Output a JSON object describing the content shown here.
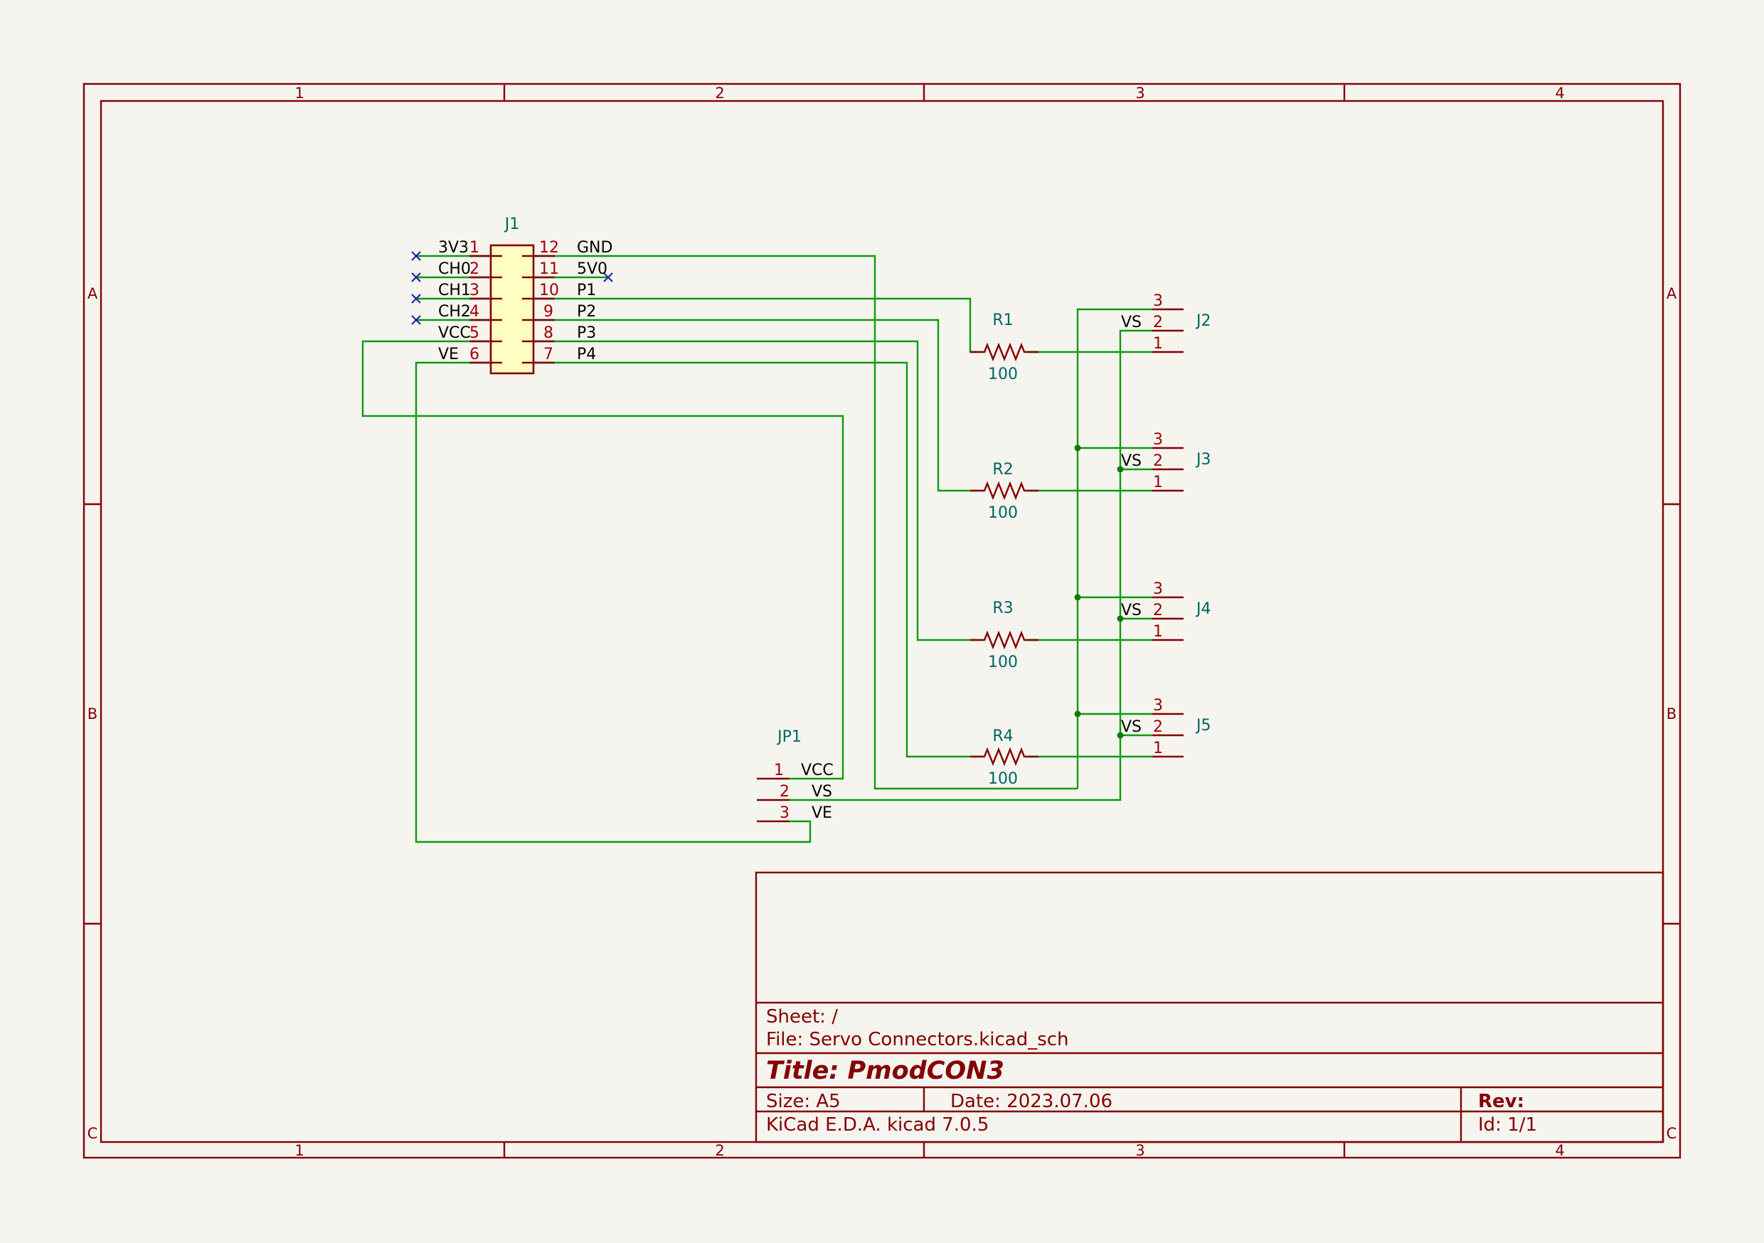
{
  "frame": {
    "columns": [
      "1",
      "2",
      "3",
      "4"
    ],
    "rows": [
      "A",
      "B",
      "C"
    ]
  },
  "title_block": {
    "sheet": "Sheet: /",
    "file": "File: Servo Connectors.kicad_sch",
    "title": "Title: PmodCON3",
    "size": "Size: A5",
    "date": "Date: 2023.07.06",
    "rev": "Rev:",
    "tool": "KiCad E.D.A.  kicad 7.0.5",
    "id": "Id: 1/1"
  },
  "j1": {
    "ref": "J1",
    "left_pins": [
      {
        "num": "1",
        "name": "3V3"
      },
      {
        "num": "2",
        "name": "CH0"
      },
      {
        "num": "3",
        "name": "CH1"
      },
      {
        "num": "4",
        "name": "CH2"
      },
      {
        "num": "5",
        "name": "VCC"
      },
      {
        "num": "6",
        "name": "VE"
      }
    ],
    "right_pins": [
      {
        "num": "12",
        "name": "GND"
      },
      {
        "num": "11",
        "name": "5V0"
      },
      {
        "num": "10",
        "name": "P1"
      },
      {
        "num": "9",
        "name": "P2"
      },
      {
        "num": "8",
        "name": "P3"
      },
      {
        "num": "7",
        "name": "P4"
      }
    ]
  },
  "resistors": [
    {
      "ref": "R1",
      "value": "100"
    },
    {
      "ref": "R2",
      "value": "100"
    },
    {
      "ref": "R3",
      "value": "100"
    },
    {
      "ref": "R4",
      "value": "100"
    }
  ],
  "servo_connectors": [
    {
      "ref": "J2",
      "pins": [
        "3",
        "2",
        "1"
      ],
      "net": "VS"
    },
    {
      "ref": "J3",
      "pins": [
        "3",
        "2",
        "1"
      ],
      "net": "VS"
    },
    {
      "ref": "J4",
      "pins": [
        "3",
        "2",
        "1"
      ],
      "net": "VS"
    },
    {
      "ref": "J5",
      "pins": [
        "3",
        "2",
        "1"
      ],
      "net": "VS"
    }
  ],
  "jp1": {
    "ref": "JP1",
    "pins": [
      {
        "num": "1",
        "name": "VCC"
      },
      {
        "num": "2",
        "name": "VS"
      },
      {
        "num": "3",
        "name": "VE"
      }
    ]
  }
}
